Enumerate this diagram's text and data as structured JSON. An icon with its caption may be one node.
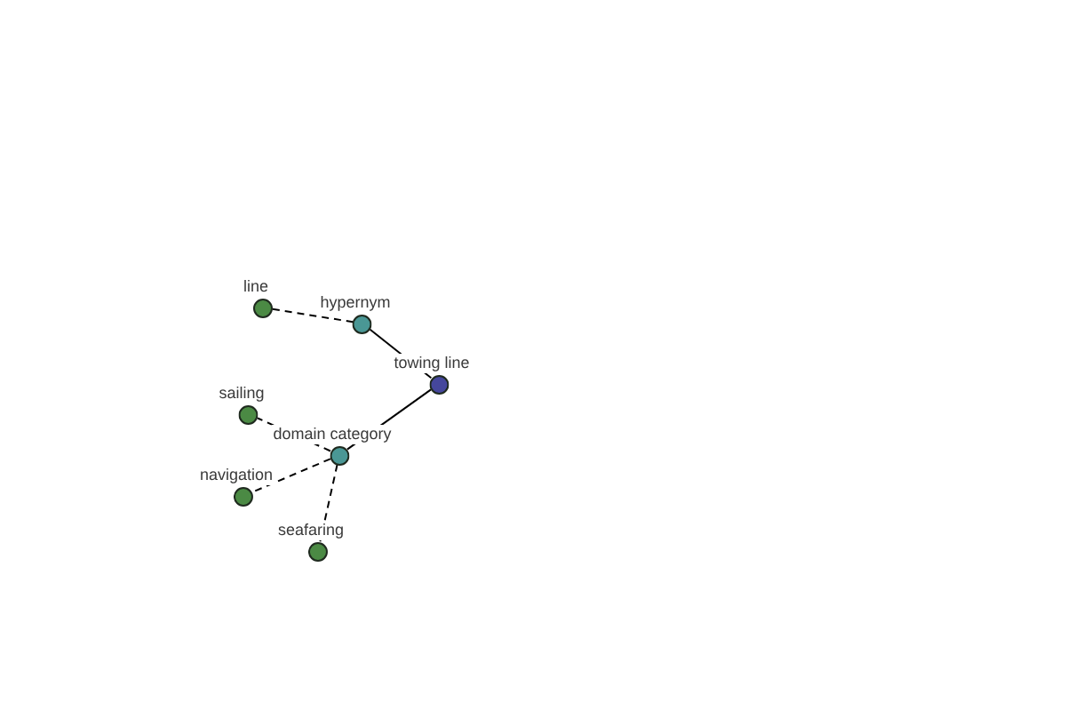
{
  "diagram": {
    "nodes": [
      {
        "text": [
          "line"
        ]
      },
      {
        "text": [
          "hypernym"
        ]
      },
      {
        "text": [
          "towing line"
        ]
      },
      {
        "text": [
          "sailing"
        ]
      },
      {
        "text": [
          "domain category"
        ]
      },
      {
        "text": [
          "navigation"
        ]
      },
      {
        "text": [
          "seafaring"
        ]
      }
    ],
    "edges": [
      {
        "from": 0,
        "to": 1,
        "arrow": "none",
        "style": "dashed"
      },
      {
        "from": 1,
        "to": 2,
        "arrow": "none"
      },
      {
        "from": 2,
        "to": 4,
        "arrow": "none"
      },
      {
        "from": 4,
        "to": 3,
        "arrow": "none",
        "style": "dashed"
      },
      {
        "from": 4,
        "to": 5,
        "arrow": "none",
        "style": "dashed"
      },
      {
        "from": 4,
        "to": 6,
        "arrow": "none",
        "style": "dashed"
      }
    ]
  }
}
